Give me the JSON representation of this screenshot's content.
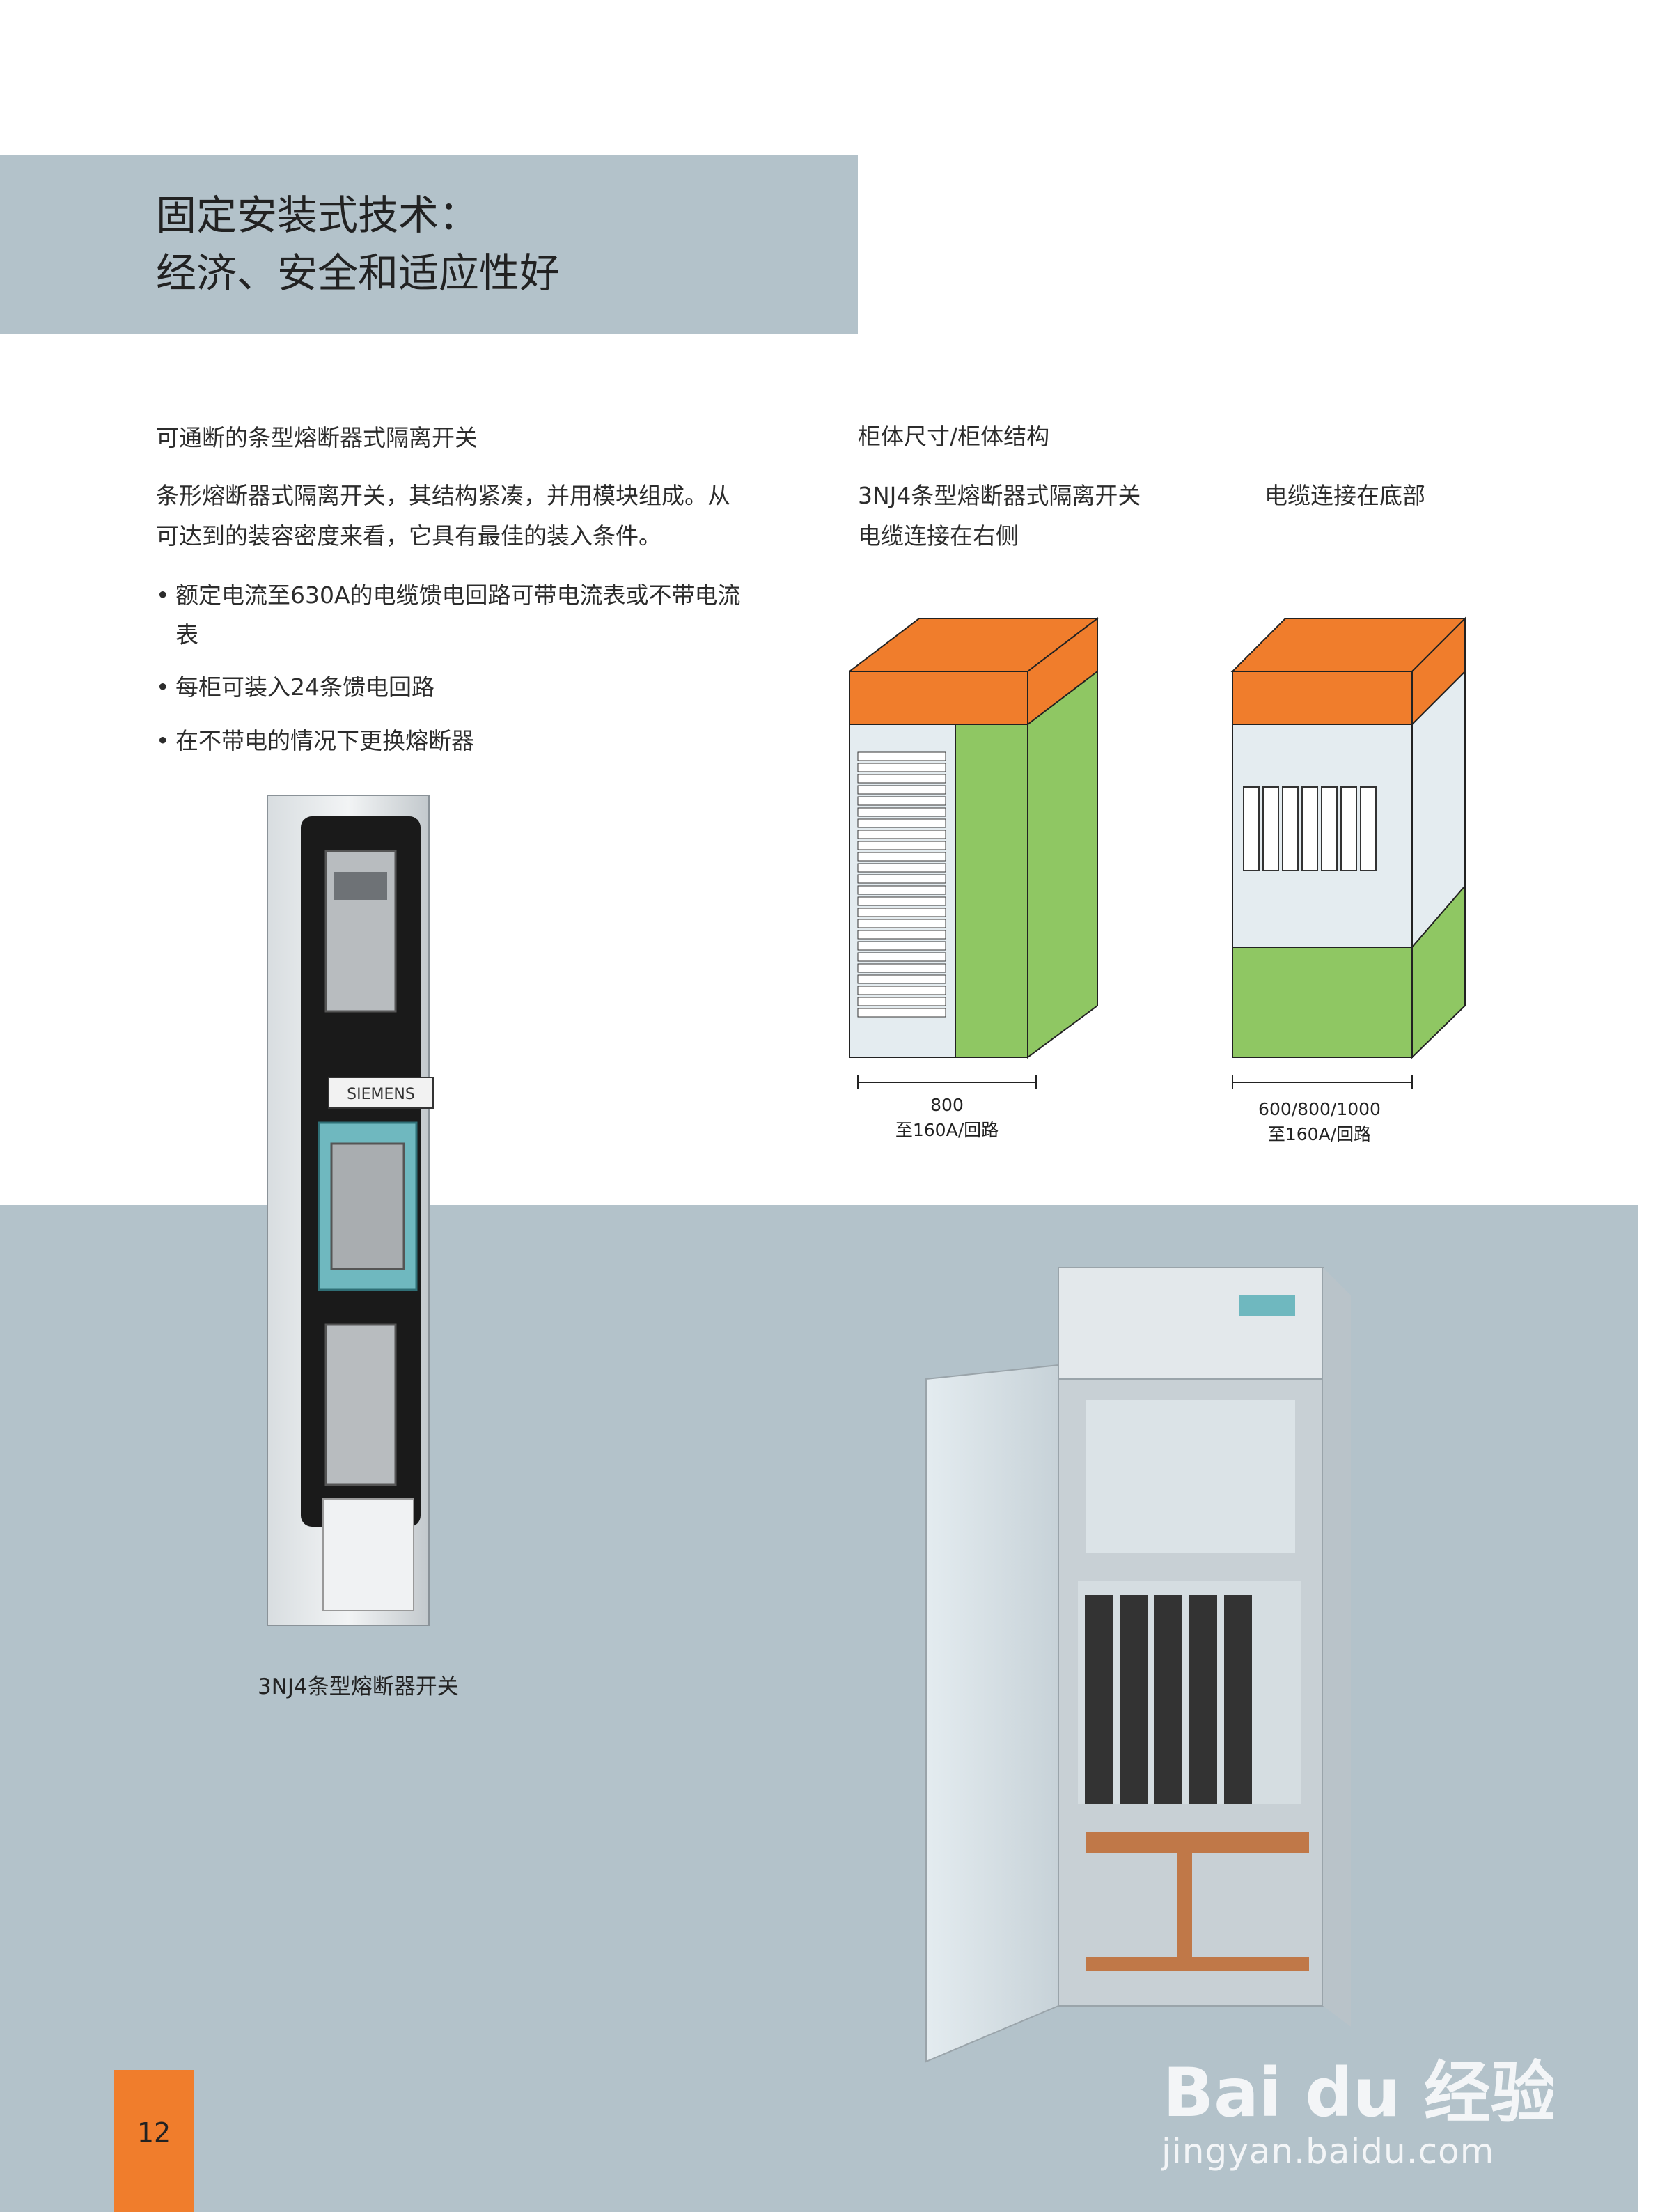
{
  "header": {
    "title_line1": "固定安装式技术：",
    "title_line2": "经济、安全和适应性好"
  },
  "left_column": {
    "heading": "可通断的条型熔断器式隔离开关",
    "intro_line1": "条形熔断器式隔离开关，其结构紧凑，并用模块组成。从",
    "intro_line2": "可达到的装容密度来看，它具有最佳的装入条件。",
    "bullet_symbol": "•",
    "bullets": [
      {
        "line1": "额定电流至630A的电缆馈电回路可带电流表或不带电流",
        "line2": "表"
      },
      {
        "line1": "每柜可装入24条馈电回路"
      },
      {
        "line1": "在不带电的情况下更换熔断器"
      }
    ]
  },
  "right_column": {
    "heading": "柜体尺寸/柜体结构",
    "diagram_left": {
      "label_line1": "3NJ4条型熔断器式隔离开关",
      "label_line2": "电缆连接在右侧",
      "dimension": "800",
      "rating": "至160A/回路"
    },
    "diagram_right": {
      "label_line1": "电缆连接在底部",
      "dimension": "600/800/1000",
      "rating": "至160A/回路"
    }
  },
  "photos": {
    "fuse_switch_caption": "3NJ4条型熔断器开关",
    "fuse_brand": "SIEMENS"
  },
  "watermark": {
    "logo_text": "Bai du 经验",
    "url": "jingyan.baidu.com"
  },
  "page": {
    "number": "12"
  },
  "colors": {
    "band": "#b3c2ca",
    "cabinet_top": "#f07d2c",
    "cabinet_side": "#8fc763",
    "cabinet_front": "#e4ecf0",
    "page_box": "#f07d2c"
  }
}
